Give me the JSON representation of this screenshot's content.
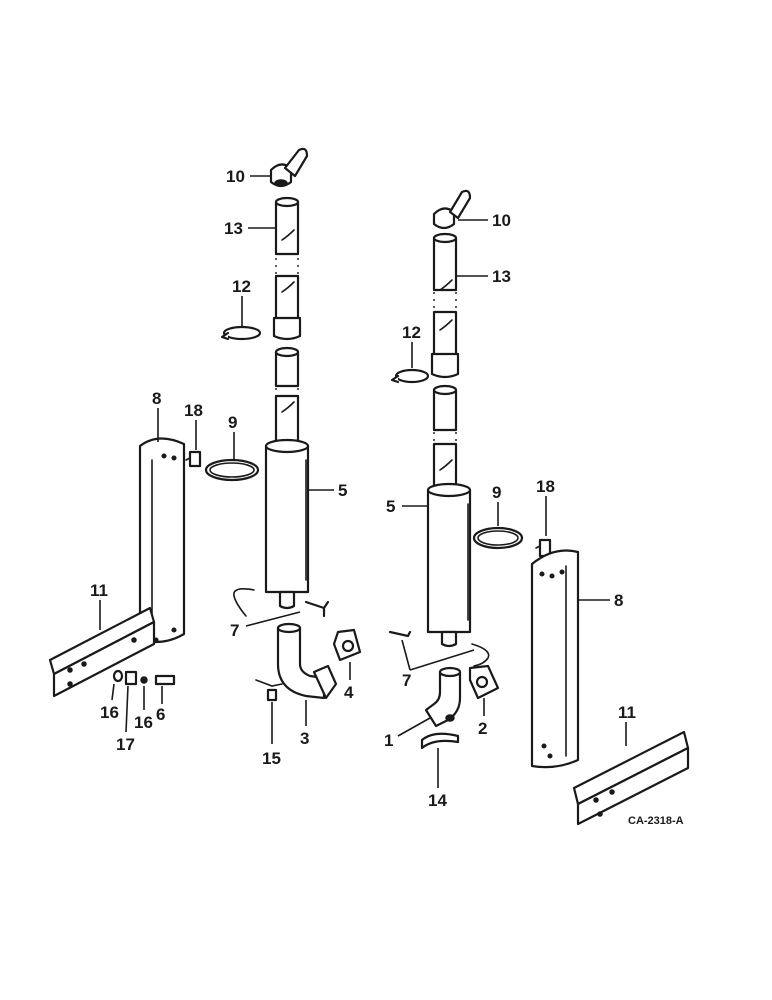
{
  "callouts": {
    "left": {
      "p10": "10",
      "p13": "13",
      "p12": "12",
      "p8": "8",
      "p18": "18",
      "p9": "9",
      "p5": "5",
      "p11": "11",
      "p7": "7",
      "p4": "4",
      "p3": "3",
      "p15": "15",
      "p16a": "16",
      "p16b": "16",
      "p17": "17",
      "p6": "6"
    },
    "right": {
      "p10": "10",
      "p13": "13",
      "p12": "12",
      "p5": "5",
      "p9": "9",
      "p18": "18",
      "p8": "8",
      "p7": "7",
      "p2": "2",
      "p1": "1",
      "p14": "14",
      "p11": "11"
    }
  },
  "figure_code": "CA-2318-A"
}
